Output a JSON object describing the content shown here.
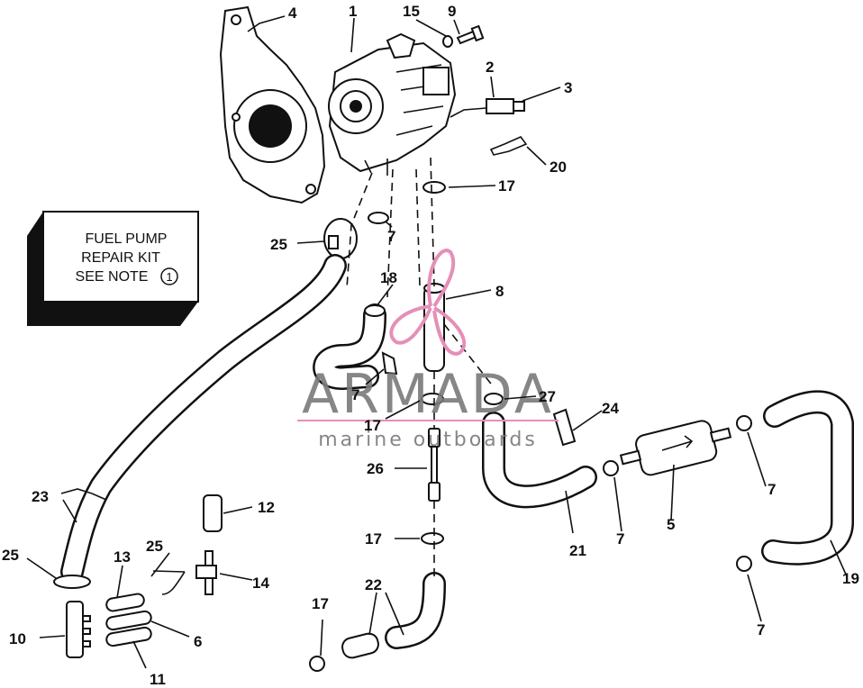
{
  "kit_box": {
    "line1": "FUEL PUMP",
    "line2": "REPAIR KIT",
    "line3": "SEE NOTE",
    "note_number": "1"
  },
  "watermark": {
    "brand": "ARMADA",
    "tagline": "marine outboards",
    "accent_color": "#e58fb8"
  },
  "callouts": {
    "c1": "1",
    "c2": "2",
    "c3": "3",
    "c4": "4",
    "c5": "5",
    "c6": "6",
    "c7a": "7",
    "c7b": "7",
    "c7c": "7",
    "c7d": "7",
    "c7e": "7",
    "c8": "8",
    "c9": "9",
    "c10": "10",
    "c11": "11",
    "c12": "12",
    "c13": "13",
    "c14": "14",
    "c15": "15",
    "c17a": "17",
    "c17b": "17",
    "c17c": "17",
    "c17d": "17",
    "c18": "18",
    "c19": "19",
    "c20": "20",
    "c21": "21",
    "c22": "22",
    "c23": "23",
    "c24": "24",
    "c25a": "25",
    "c25b": "25",
    "c25c": "25",
    "c26": "26",
    "c27": "27"
  }
}
